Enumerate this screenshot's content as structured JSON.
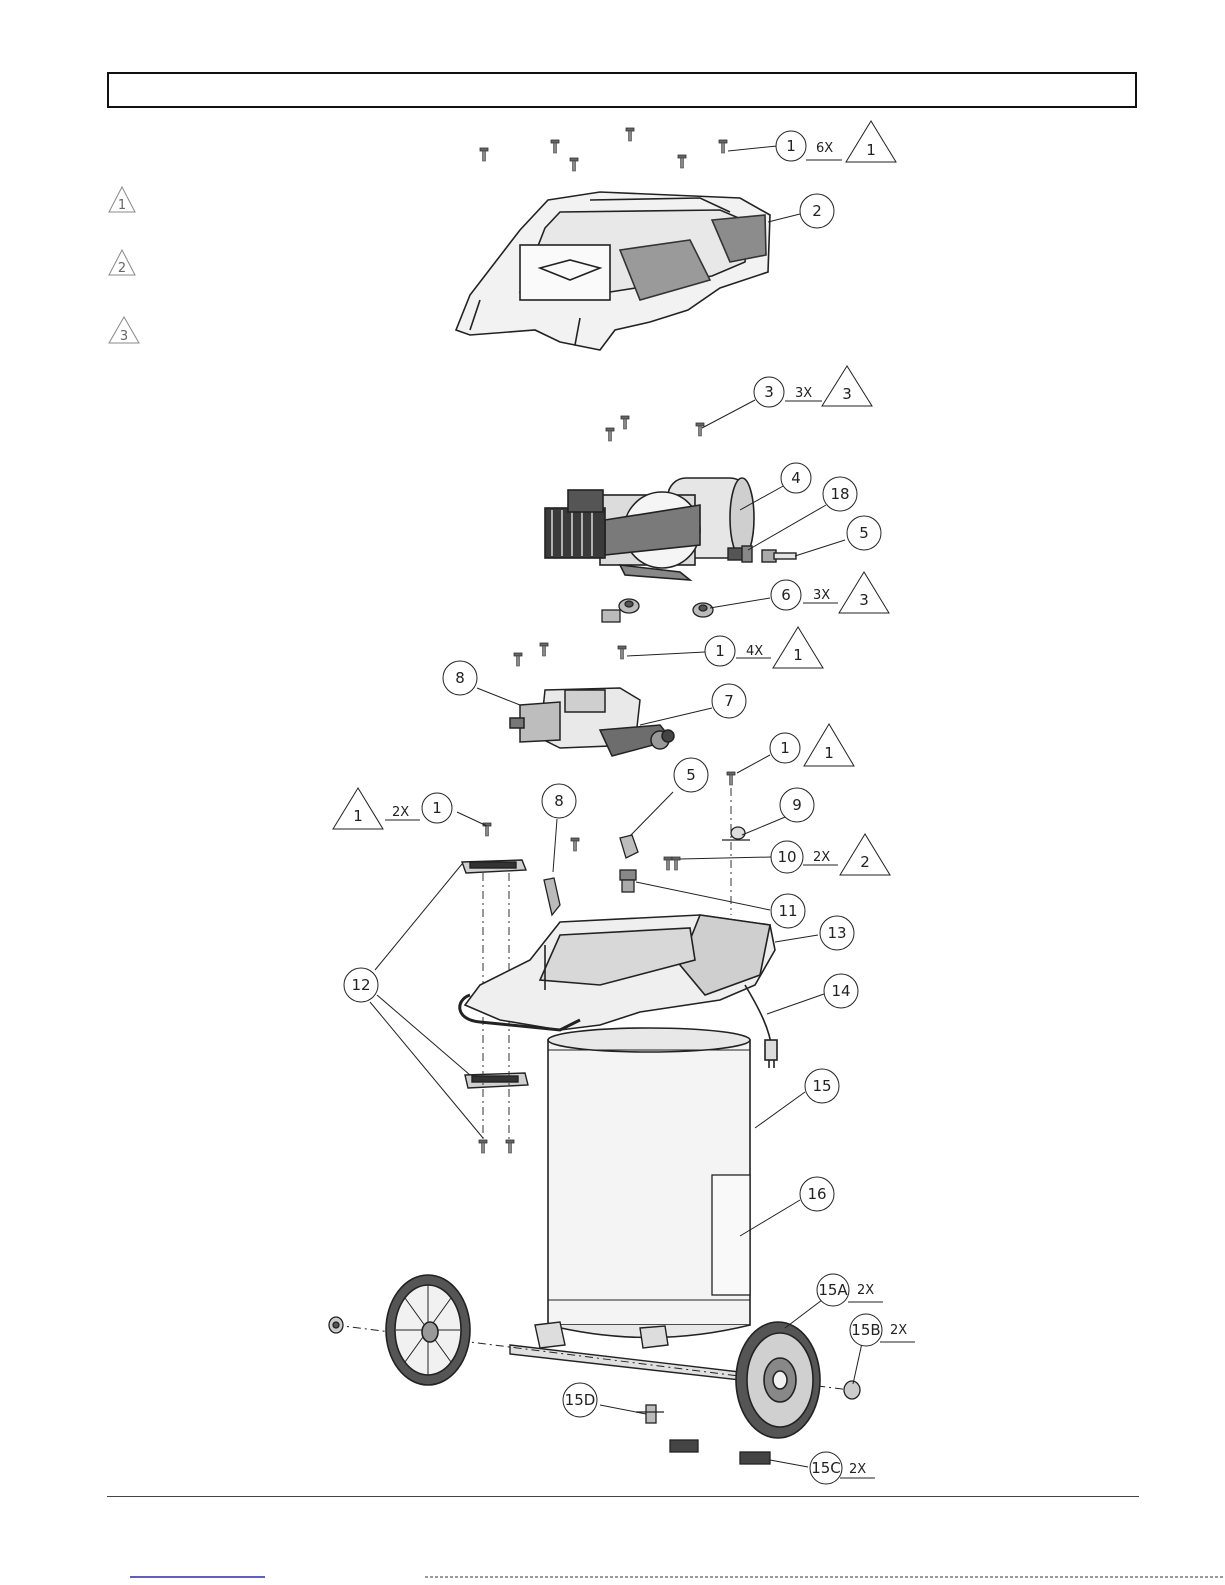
{
  "title": "",
  "legend": [
    {
      "mark": "1"
    },
    {
      "mark": "2"
    },
    {
      "mark": "3"
    }
  ],
  "callouts": [
    {
      "id": "c1a",
      "label": "1"
    },
    {
      "id": "c2",
      "label": "2"
    },
    {
      "id": "c3",
      "label": "3"
    },
    {
      "id": "c4",
      "label": "4"
    },
    {
      "id": "c18",
      "label": "18"
    },
    {
      "id": "c5a",
      "label": "5"
    },
    {
      "id": "c6",
      "label": "6"
    },
    {
      "id": "c1b",
      "label": "1"
    },
    {
      "id": "c8a",
      "label": "8"
    },
    {
      "id": "c7",
      "label": "7"
    },
    {
      "id": "c1c",
      "label": "1"
    },
    {
      "id": "c5b",
      "label": "5"
    },
    {
      "id": "c8b",
      "label": "8"
    },
    {
      "id": "c9",
      "label": "9"
    },
    {
      "id": "c1d",
      "label": "1"
    },
    {
      "id": "c10",
      "label": "10"
    },
    {
      "id": "c11",
      "label": "11"
    },
    {
      "id": "c13",
      "label": "13"
    },
    {
      "id": "c12",
      "label": "12"
    },
    {
      "id": "c14",
      "label": "14"
    },
    {
      "id": "c15",
      "label": "15"
    },
    {
      "id": "c16",
      "label": "16"
    },
    {
      "id": "c15A",
      "label": "15A"
    },
    {
      "id": "c15B",
      "label": "15B"
    },
    {
      "id": "c15D",
      "label": "15D"
    },
    {
      "id": "c15C",
      "label": "15C"
    }
  ],
  "quantities": {
    "q1a": "6X",
    "q3": "3X",
    "q6": "3X",
    "q1b": "4X",
    "q1d": "2X",
    "q10": "2X",
    "q15A": "2X",
    "q15B": "2X",
    "q15C": "2X"
  },
  "triangles": {
    "t1a": "1",
    "t3a": "3",
    "t3b": "3",
    "t1b": "1",
    "t1c": "1",
    "t1d": "1",
    "t2": "2"
  }
}
